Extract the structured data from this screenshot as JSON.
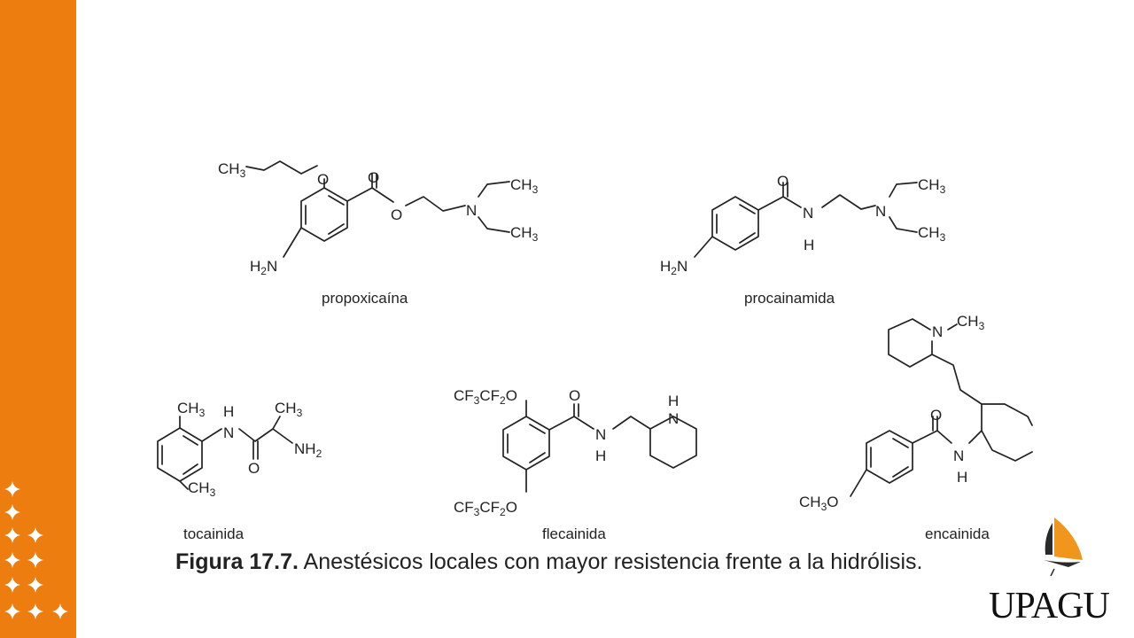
{
  "theme": {
    "sidebar_color": "#ee7d0f",
    "sail_color": "#f0961c",
    "text_color": "#222222"
  },
  "molecules": [
    {
      "id": "propoxicaina",
      "name": "propoxicaína"
    },
    {
      "id": "procainamida",
      "name": "procainamida"
    },
    {
      "id": "tocainida",
      "name": "tocainida"
    },
    {
      "id": "flecainida",
      "name": "flecainida"
    },
    {
      "id": "encainida",
      "name": "encainida"
    }
  ],
  "caption": {
    "label": "Figura 17.7.",
    "text": "Anestésicos locales con mayor resistencia frente a la hidrólisis."
  },
  "logo": {
    "text": "UPAGU",
    "icon": "sail-logo-icon"
  }
}
